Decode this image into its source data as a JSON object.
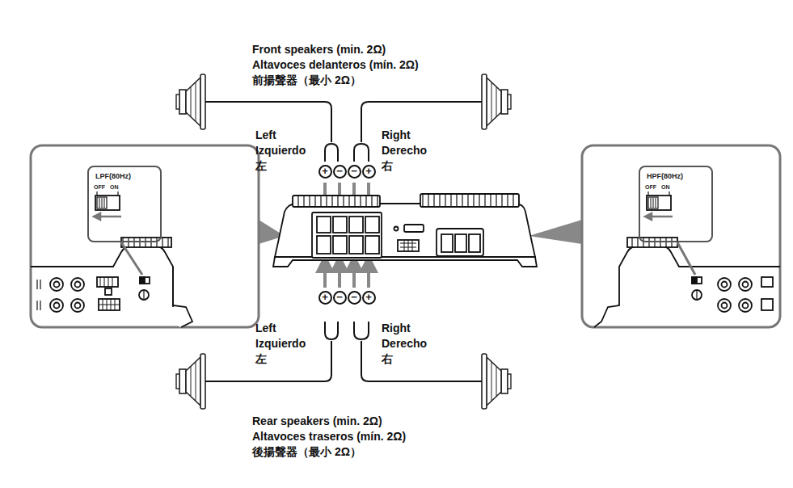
{
  "diagram": {
    "nodes": [
      {
        "text": [
          "LPF(80Hz)",
          "OFF",
          "ON"
        ]
      },
      {
        "text": [
          "HPF(80Hz)",
          "OFF",
          "ON"
        ]
      }
    ],
    "labels": [
      "Front speakers (min. 2Ω)",
      "Altavoces delanteros (mín. 2Ω)",
      "前揚聲器（最小 2Ω）",
      "Left",
      "Izquierdo",
      "左",
      "Right",
      "Derecho",
      "右",
      "+",
      "−",
      "−",
      "+",
      "+",
      "−",
      "−",
      "+",
      "Left",
      "Izquierdo",
      "左",
      "Right",
      "Derecho",
      "右",
      "Rear speakers (min. 2Ω)",
      "Altavoces traseros (mín. 2Ω)",
      "後揚聲器（最小 2Ω）"
    ]
  }
}
